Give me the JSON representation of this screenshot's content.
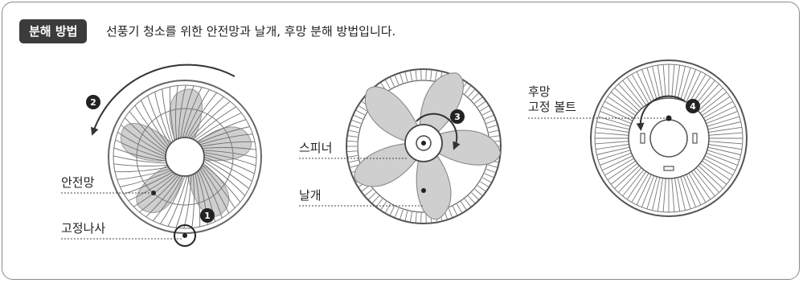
{
  "header": {
    "badge": "분해 방법",
    "description": "선풍기 청소를 위한 안전망과 날개, 후망 분해 방법입니다."
  },
  "labels": {
    "safety_net": "안전망",
    "fixing_screw": "고정나사",
    "spinner": "스피너",
    "blade": "날개",
    "rear_net_line1": "후망",
    "rear_net_line2": "고정 볼트"
  },
  "steps": {
    "s1": "1",
    "s2": "2",
    "s3": "3",
    "s4": "4"
  },
  "colors": {
    "badge_bg": "#3b3b3b",
    "blade_fill": "#cfcfcf",
    "stroke": "#666666",
    "arrow": "#333333"
  }
}
